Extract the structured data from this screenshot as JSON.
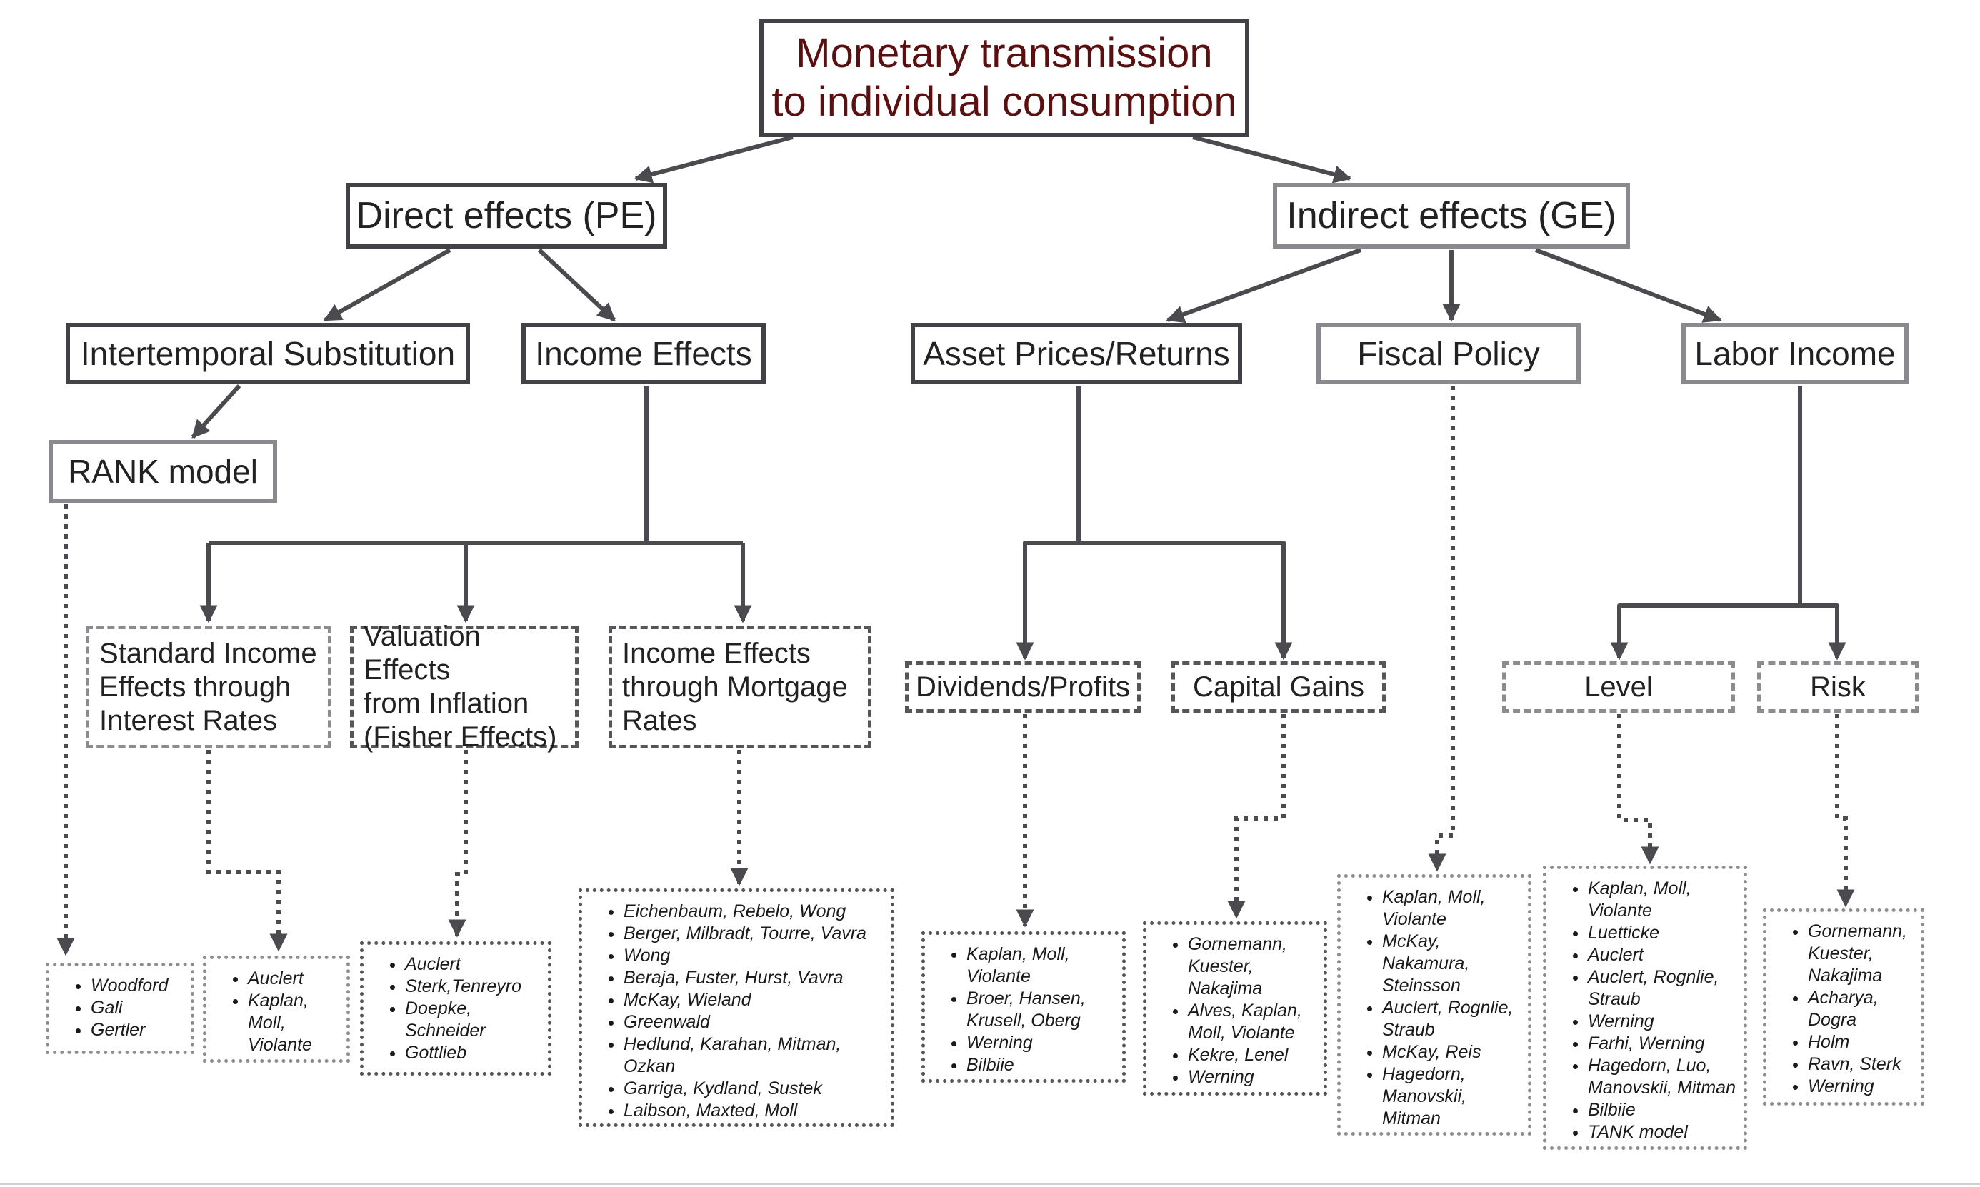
{
  "root": "Monetary transmission\nto individual consumption",
  "direct": "Direct effects (PE)",
  "indirect": "Indirect effects (GE)",
  "intertemporal": "Intertemporal Substitution",
  "income_effects": "Income Effects",
  "asset_prices": "Asset Prices/Returns",
  "fiscal_policy": "Fiscal Policy",
  "labor_income": "Labor Income",
  "rank": "RANK model",
  "standard_income": "Standard Income\nEffects through\nInterest Rates",
  "valuation": "Valuation Effects\nfrom Inflation\n(Fisher Effects)",
  "mortgage": "Income Effects\nthrough Mortgage\nRates",
  "dividends": "Dividends/Profits",
  "capital_gains": "Capital Gains",
  "level": "Level",
  "risk": "Risk",
  "refs": {
    "rank": [
      "Woodford",
      "Gali",
      "Gertler"
    ],
    "standard_income": [
      "Auclert",
      "Kaplan, Moll, Violante"
    ],
    "valuation": [
      "Auclert",
      "Sterk,Tenreyro",
      "Doepke, Schneider",
      "Gottlieb"
    ],
    "mortgage": [
      "Eichenbaum, Rebelo, Wong",
      "Berger, Milbradt, Tourre, Vavra",
      "Wong",
      "Beraja, Fuster, Hurst, Vavra",
      "McKay, Wieland",
      "Greenwald",
      "Hedlund, Karahan, Mitman, Ozkan",
      "Garriga, Kydland, Sustek",
      "Laibson, Maxted, Moll"
    ],
    "dividends": [
      "Kaplan, Moll, Violante",
      "Broer, Hansen, Krusell, Oberg",
      "Werning",
      "Bilbiie"
    ],
    "capital_gains": [
      "Gornemann, Kuester, Nakajima",
      "Alves, Kaplan, Moll, Violante",
      "Kekre, Lenel",
      "Werning"
    ],
    "fiscal": [
      "Kaplan, Moll, Violante",
      "McKay, Nakamura, Steinsson",
      "Auclert, Rognlie, Straub",
      "McKay, Reis",
      "Hagedorn, Manovskii, Mitman"
    ],
    "level": [
      "Kaplan, Moll, Violante",
      "Luetticke",
      "Auclert",
      "Auclert, Rognlie, Straub",
      "Werning",
      "Farhi, Werning",
      "Hagedorn, Luo, Manovskii, Mitman",
      "Bilbiie",
      "TANK model"
    ],
    "risk": [
      "Gornemann, Kuester, Nakajima",
      "Acharya, Dogra",
      "Holm",
      "Ravn, Sterk",
      "Werning"
    ]
  }
}
